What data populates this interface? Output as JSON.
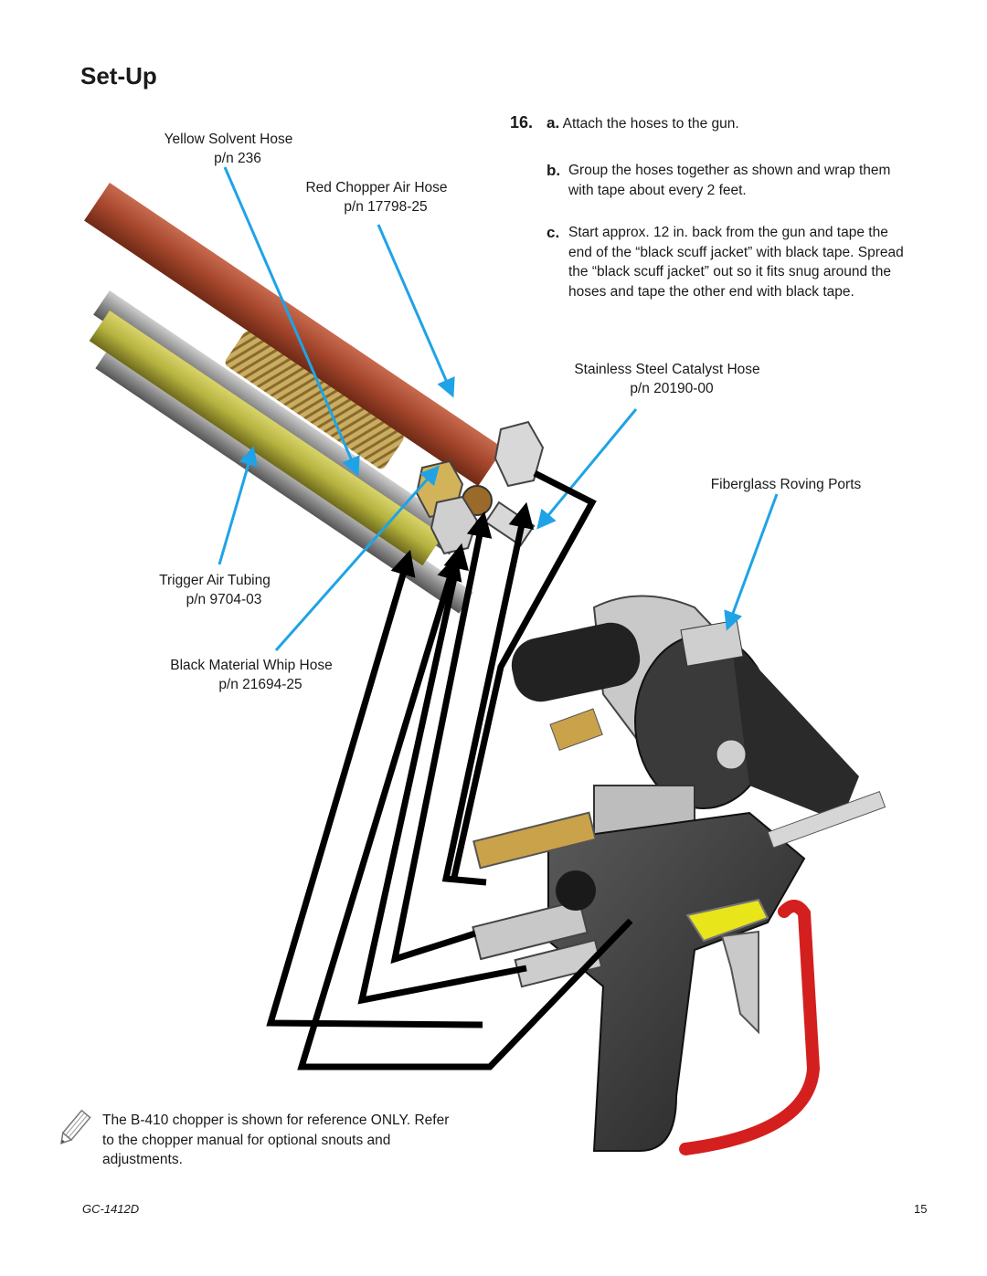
{
  "page": {
    "title": "Set-Up",
    "footer_doc": "GC-1412D",
    "footer_page": "15"
  },
  "callouts": {
    "yellow_solvent": {
      "name": "Yellow Solvent Hose",
      "pn": "p/n 236"
    },
    "red_chopper": {
      "name": "Red Chopper Air Hose",
      "pn": "p/n 17798-25"
    },
    "trigger_air": {
      "name": "Trigger Air Tubing",
      "pn": "p/n 9704-03"
    },
    "black_whip": {
      "name": "Black Material Whip Hose",
      "pn": "p/n 21694-25"
    },
    "catalyst": {
      "name": "Stainless Steel Catalyst Hose",
      "pn": "p/n 20190-00"
    },
    "roving": {
      "name": "Fiberglass Roving Ports"
    }
  },
  "steps": {
    "number": "16.",
    "a": {
      "letter": "a.",
      "text": "Attach the hoses to the gun."
    },
    "b": {
      "letter": "b.",
      "text": "Group the hoses together as shown and wrap them with tape about every 2 feet."
    },
    "c": {
      "letter": "c.",
      "text": "Start approx. 12 in. back from the gun and tape the end of the “black scuff jacket” with black tape. Spread the “black scuff jacket” out so it fits snug around the hoses and tape the other end with black tape."
    }
  },
  "note": {
    "icon": "pencil-icon",
    "text": "The B-410 chopper is shown for reference ONLY. Refer to the chopper manual for optional snouts and adjustments."
  },
  "colors": {
    "callout_line": "#1fa3e6",
    "red_hose": "#a5462c",
    "yellow_hose": "#b5b23f",
    "grey_hose": "#8e8e8e",
    "arrow": "#000000",
    "trigger": "#e8e51a",
    "guard": "#d41f1f"
  }
}
